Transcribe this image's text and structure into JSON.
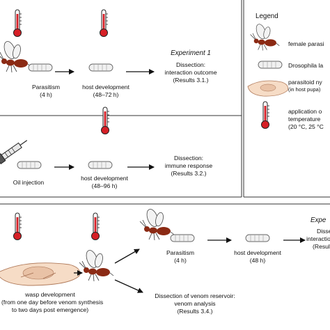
{
  "exp1": {
    "step1": {
      "label": "Parasitism",
      "sub": "(4 h)"
    },
    "step2": {
      "label": "host development",
      "sub": "(48–72 h)"
    },
    "title": "Experiment 1",
    "out1": "Dissection:",
    "out2": "interaction outcome",
    "out3": "(Results 3.1.)"
  },
  "exp2": {
    "step1": {
      "label": "Oil injection"
    },
    "step2": {
      "label": "host development",
      "sub": "(48–96 h)"
    },
    "out1": "Dissection:",
    "out2": "immune response",
    "out3": "(Results 3.2.)"
  },
  "exp3": {
    "dev1": "wasp development",
    "dev2": "(from one day before venom synthesis",
    "dev3": "to two days post emergence)",
    "step1": {
      "label": "Parasitism",
      "sub": "(4 h)"
    },
    "step2": {
      "label": "host development",
      "sub": "(48 h)"
    },
    "title": "Expe",
    "out1": "Disse",
    "out2": "interactio",
    "out3": "(Resul",
    "venom1": "Dissection of venom reservoir:",
    "venom2": "venom analysis",
    "venom3": "(Results 3.4.)"
  },
  "legend": {
    "title": "Legend",
    "item1": "female parasi",
    "item2a": "Drosophila",
    "item2b": " la",
    "item3a": "parasitoid ny",
    "item3b": "(in host pupa)",
    "item4a": "application o",
    "item4b": "temperature",
    "item4c": "(20 °C, 25 °C"
  },
  "colors": {
    "thermo_red": "#d61f26",
    "wasp_body": "#8b2a14",
    "larva_fill": "#f0f0f0",
    "pupa_fill": "#f6dcc6",
    "frame": "#333333"
  }
}
